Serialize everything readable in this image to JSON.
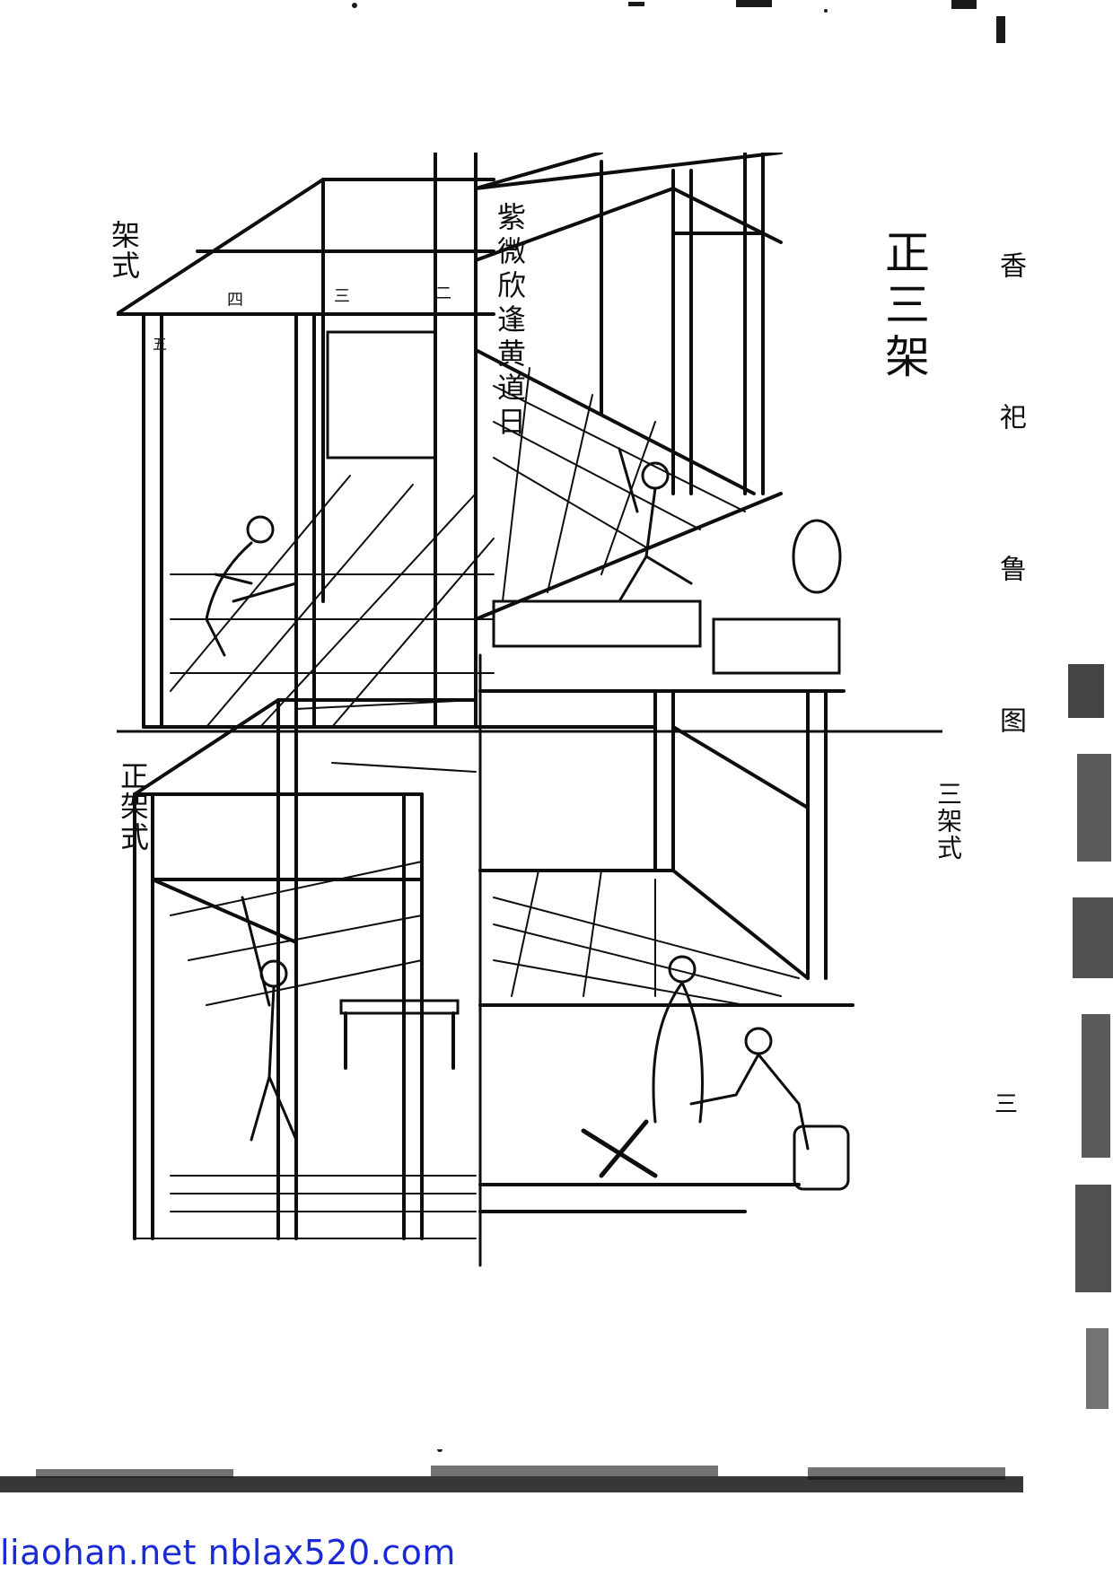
{
  "margin_title": "香 祀 鲁 图",
  "page_number": "三",
  "panels": {
    "top_left_label": "架式",
    "top_right_label": "正三架",
    "bottom_left_label": "正架式",
    "bottom_right_label": "三架式",
    "center_banner": "紫微欣逢黄道日",
    "beam_numbers": [
      "四",
      "三",
      "二",
      "五"
    ]
  },
  "watermark": "liaohan.net  nblax520.com",
  "colors": {
    "ink": "#0d0d0d",
    "paper": "#ffffff",
    "watermark": "#1a2bd6"
  }
}
